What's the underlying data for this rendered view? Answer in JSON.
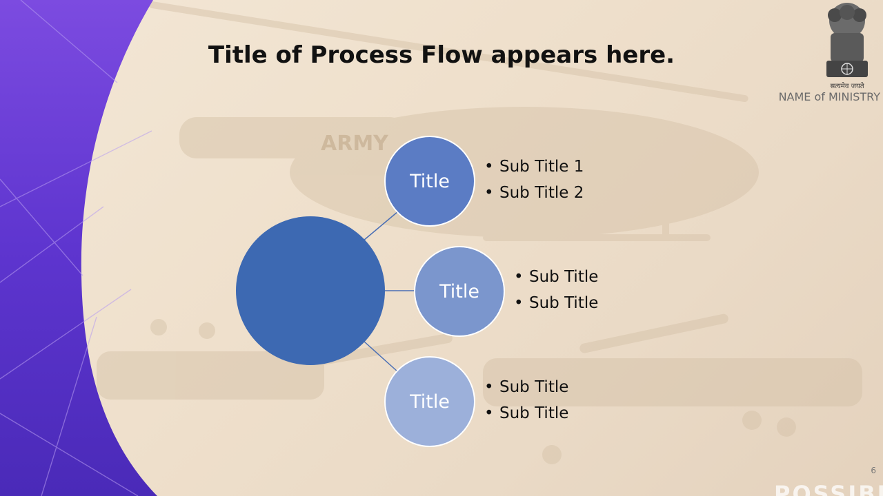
{
  "slide": {
    "title": "Title of Process Flow appears here.",
    "ministry": "NAME of MINISTRY",
    "emblem_motto": "सत्यमेव जयते",
    "page_number": "6",
    "watermark": "POSSIBLE",
    "background_text": "ARMY"
  },
  "flow": {
    "nodes": [
      {
        "label": "Title",
        "bullets": [
          "Sub Title 1",
          "Sub Title 2"
        ]
      },
      {
        "label": "Title",
        "bullets": [
          "Sub Title",
          "Sub Title"
        ]
      },
      {
        "label": "Title",
        "bullets": [
          "Sub Title",
          "Sub Title"
        ]
      }
    ]
  },
  "colors": {
    "purple_dark": "#4a2ab8",
    "purple_light": "#8a55e0",
    "hub": "#3d69b2",
    "node_1": "#5b7cc4",
    "node_2": "#7b96cd",
    "node_3": "#9cb0da",
    "connector": "#4a6fb5"
  }
}
